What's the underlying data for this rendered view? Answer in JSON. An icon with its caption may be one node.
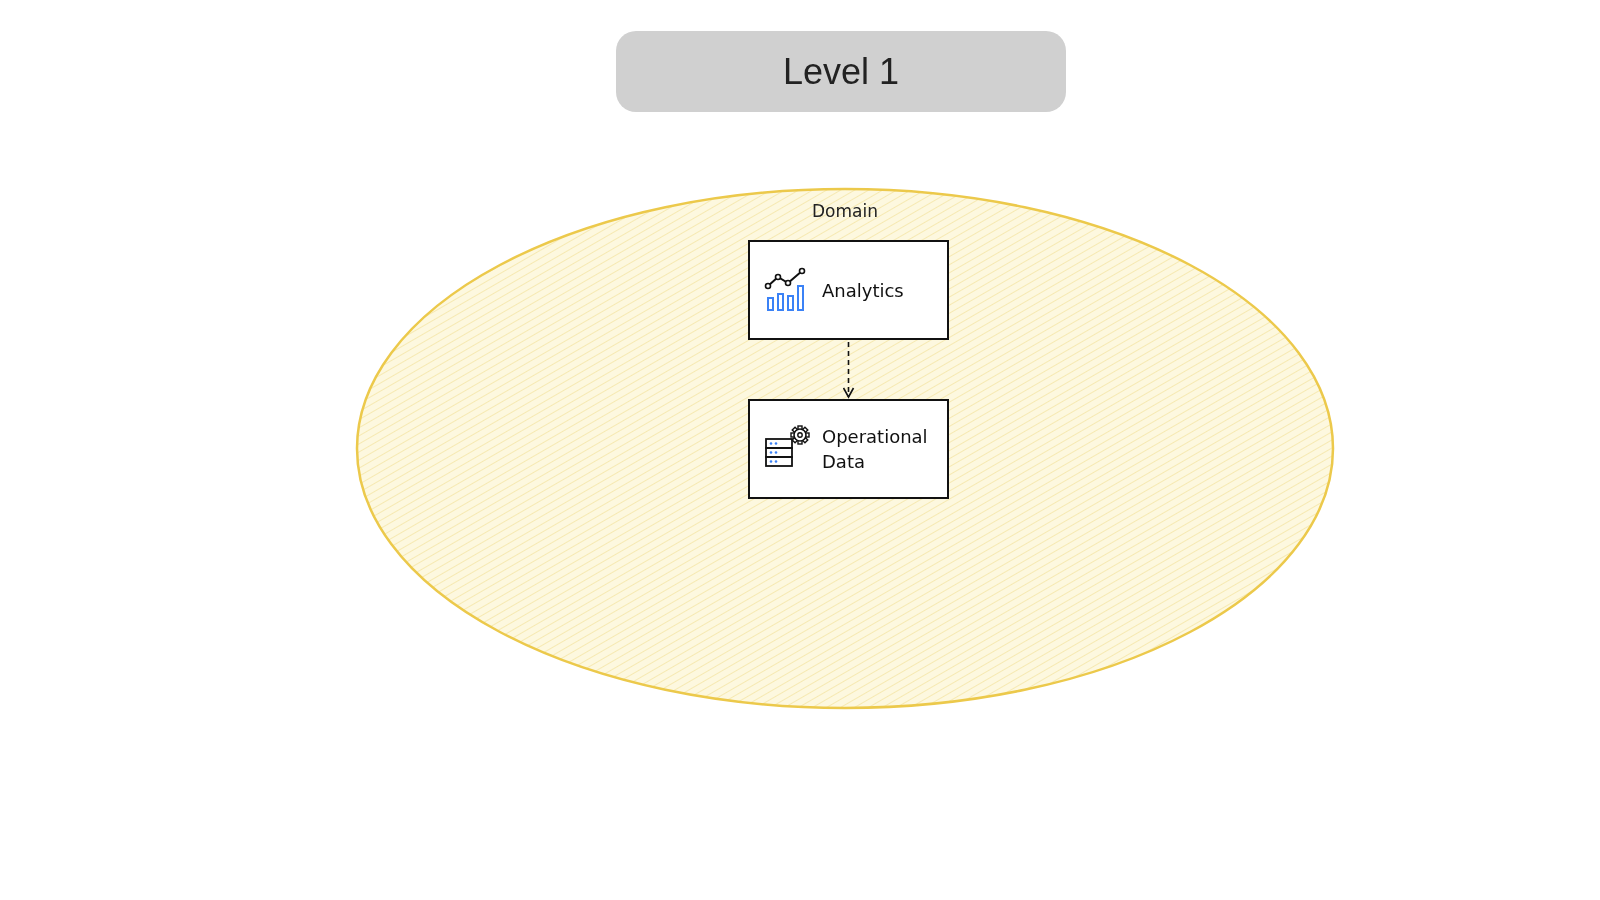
{
  "diagram": {
    "title": "Level 1",
    "nodes": [
      {
        "text": [
          "Domain"
        ]
      },
      {
        "text": [
          "Analytics"
        ],
        "in": 0
      },
      {
        "text": [
          "Operational Data"
        ],
        "in": 0
      }
    ],
    "edges": [
      {
        "from": 1,
        "to": 2,
        "arrow": "to",
        "style": "dashed"
      }
    ]
  }
}
